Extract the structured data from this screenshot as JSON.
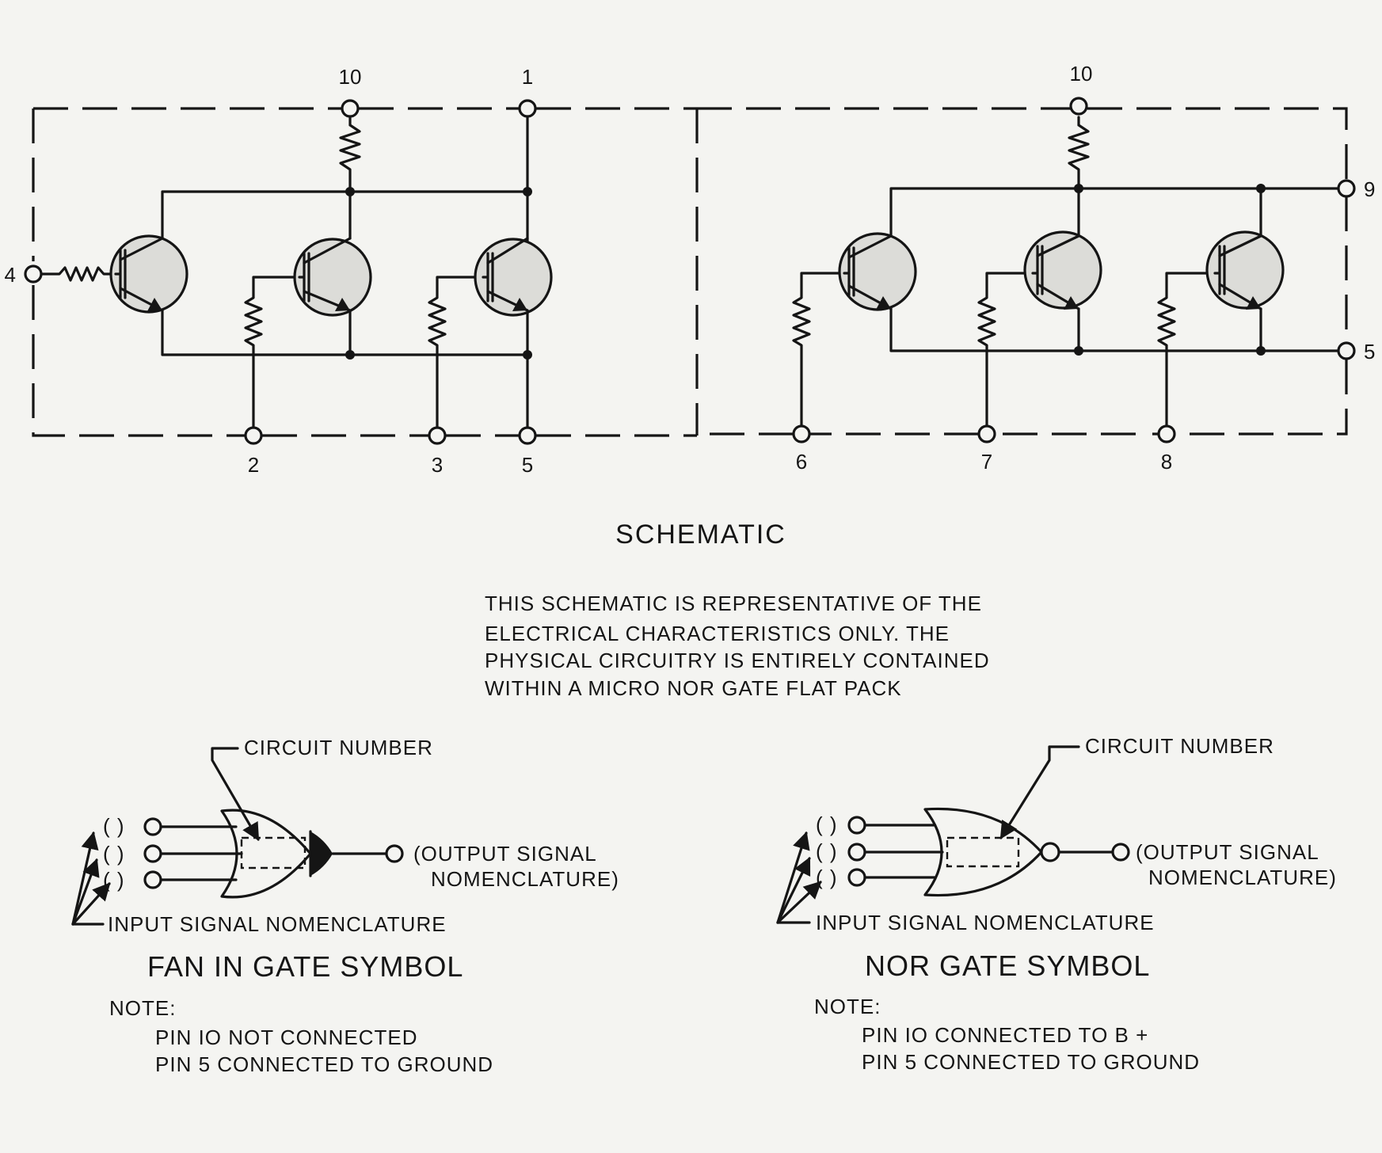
{
  "schematic": {
    "left_pins": {
      "top_10": "10",
      "top_1": "1",
      "left_4": "4",
      "bottom_2": "2",
      "bottom_3": "3",
      "bottom_5": "5"
    },
    "right_pins": {
      "top_10": "10",
      "right_9": "9",
      "right_5": "5",
      "bottom_6": "6",
      "bottom_7": "7",
      "bottom_8": "8"
    }
  },
  "title": "SCHEMATIC",
  "description": [
    "THIS SCHEMATIC IS REPRESENTATIVE OF THE",
    "ELECTRICAL CHARACTERISTICS ONLY. THE",
    "PHYSICAL CIRCUITRY IS ENTIRELY CONTAINED",
    "WITHIN A MICRO NOR GATE FLAT PACK"
  ],
  "fan_in": {
    "circuit_number": "CIRCUIT  NUMBER",
    "input_marks": [
      "( )",
      "( )",
      "( )"
    ],
    "output_line1": "(OUTPUT SIGNAL",
    "output_line2": "NOMENCLATURE)",
    "input_label": "INPUT SIGNAL  NOMENCLATURE",
    "symbol_title": "FAN IN GATE SYMBOL",
    "note_label": "NOTE:",
    "notes": [
      "PIN IO  NOT CONNECTED",
      "PIN 5  CONNECTED  TO  GROUND"
    ]
  },
  "nor": {
    "circuit_number": "CIRCUIT  NUMBER",
    "input_marks": [
      "( )",
      "( )",
      "( )"
    ],
    "output_line1": "(OUTPUT SIGNAL",
    "output_line2": "NOMENCLATURE)",
    "input_label": "INPUT  SIGNAL  NOMENCLATURE",
    "symbol_title": "NOR  GATE  SYMBOL",
    "note_label": "NOTE:",
    "notes": [
      "PIN IO  CONNECTED  TO  B +",
      "PIN  5   CONNECTED  TO  GROUND"
    ]
  }
}
